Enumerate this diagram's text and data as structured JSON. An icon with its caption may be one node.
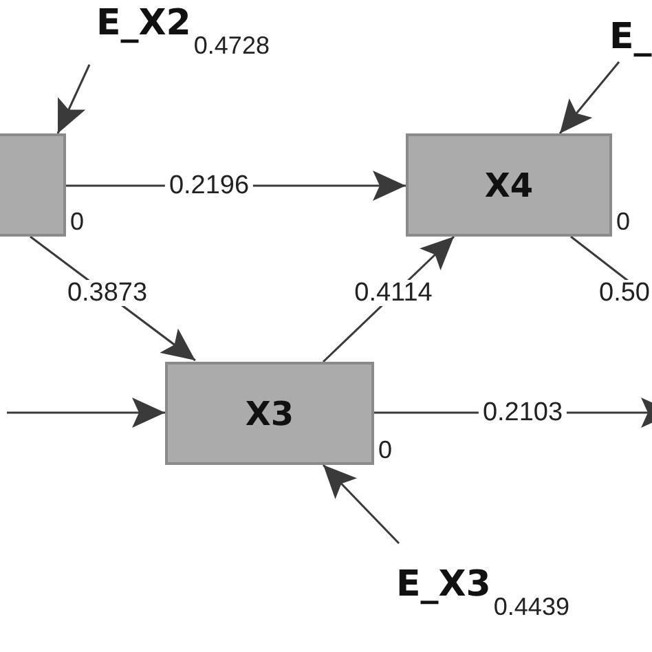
{
  "diagram": {
    "nodes": [
      {
        "text": [],
        "shape": "box",
        "beside": [
          "0"
        ]
      },
      {
        "text": [
          "E_X2"
        ],
        "beside": [
          "0.4728"
        ]
      },
      {
        "text": [
          "X4"
        ],
        "beside": [
          "0"
        ]
      },
      {
        "text": [
          "E_"
        ]
      },
      {
        "text": [
          "X3"
        ],
        "beside": [
          "0"
        ]
      },
      {
        "text": [
          "E_X3"
        ],
        "beside": [
          "0.4439"
        ]
      }
    ],
    "edges": [
      {
        "from": 1,
        "to": 0,
        "arrow": "to"
      },
      {
        "from": 0,
        "to": 2,
        "arrow": "to",
        "label": "0.2196"
      },
      {
        "from": 0,
        "to": 4,
        "arrow": "to",
        "label": "0.3873"
      },
      {
        "from": 4,
        "to": 2,
        "arrow": "to",
        "label": "0.4114"
      },
      {
        "from": 3,
        "to": 2,
        "arrow": "to"
      },
      {
        "from": 2,
        "to": null,
        "arrow": "none",
        "label": "0.50"
      },
      {
        "from": null,
        "to": 4,
        "arrow": "to"
      },
      {
        "from": 4,
        "to": null,
        "arrow": "to",
        "label": "0.2103"
      },
      {
        "from": 5,
        "to": 4,
        "arrow": "to"
      }
    ]
  }
}
